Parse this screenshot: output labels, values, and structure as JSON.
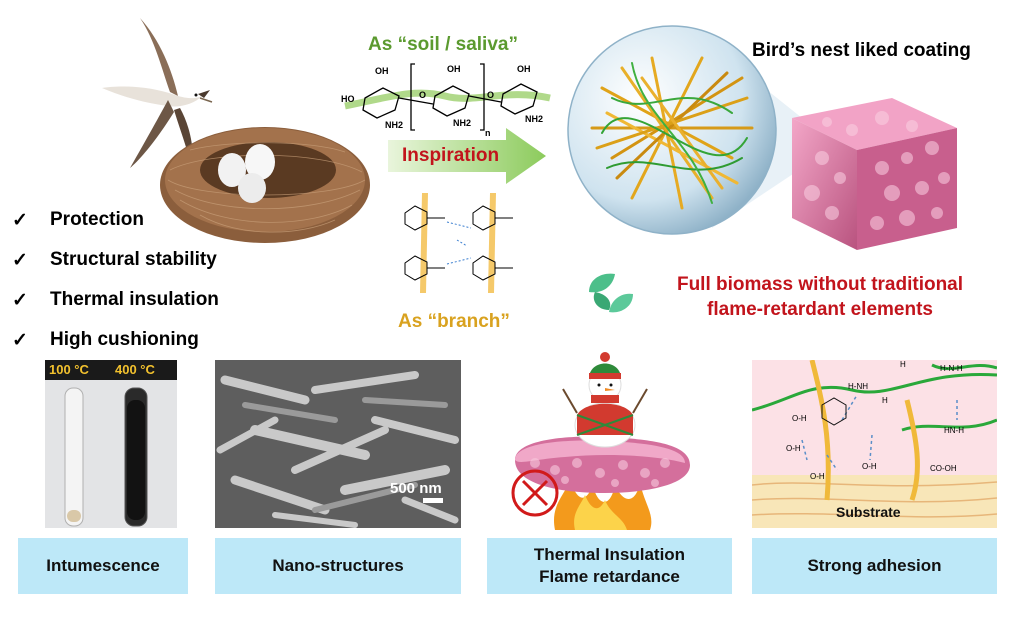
{
  "top": {
    "saliva_label": "As “soil / saliva”",
    "inspiration_label": "Inspiration",
    "branch_label": "As “branch”",
    "nest_coating_label": "Bird’s nest liked coating",
    "biomass_label_line1": "Full biomass without traditional",
    "biomass_label_line2": "flame-retardant elements",
    "chem_labels": [
      "OH",
      "HO",
      "NH2",
      "n",
      "OH",
      "NH2",
      "OH",
      "NH2",
      "O",
      "O"
    ]
  },
  "checklist": [
    {
      "mark": "✓",
      "label": "Protection"
    },
    {
      "mark": "✓",
      "label": "Structural stability"
    },
    {
      "mark": "✓",
      "label": "Thermal insulation"
    },
    {
      "mark": "✓",
      "label": "High cushioning"
    }
  ],
  "panels": {
    "tube_label_100": "100 °C",
    "tube_label_400": "400 °C",
    "scale_bar_label": "500 nm",
    "substrate_label": "Substrate",
    "adhesion_chem_labels": [
      "H",
      "H-N-H",
      "H-NH",
      "O-H",
      "H",
      "O-H",
      "HN-H",
      "CO-OH",
      "O-H",
      "O-H"
    ]
  },
  "captions": [
    {
      "text": "Intumescence"
    },
    {
      "text": "Nano-structures"
    },
    {
      "line1": "Thermal Insulation",
      "line2": "Flame retardance"
    },
    {
      "text": "Strong adhesion"
    }
  ],
  "colors": {
    "caption_bg": "#bde8f8",
    "green_text": "#5b9a2f",
    "orange_text": "#d9a21f",
    "red_text": "#c2141c",
    "coating_pink": "#d9739e",
    "arrow_green": "#7cc24a"
  }
}
